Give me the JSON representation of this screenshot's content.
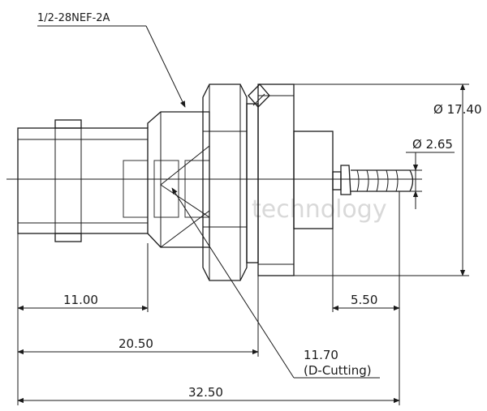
{
  "labels": {
    "thread": "1/2-28NEF-2A",
    "dia_body": "Ø 17.40",
    "dia_pin": "Ø 2.65",
    "dim_11": "11.00",
    "dim_550": "5.50",
    "dim_2050": "20.50",
    "dcut_1": "11.70",
    "dcut_2": "(D-Cutting)",
    "dim_3250": "32.50"
  },
  "watermark": "technology"
}
